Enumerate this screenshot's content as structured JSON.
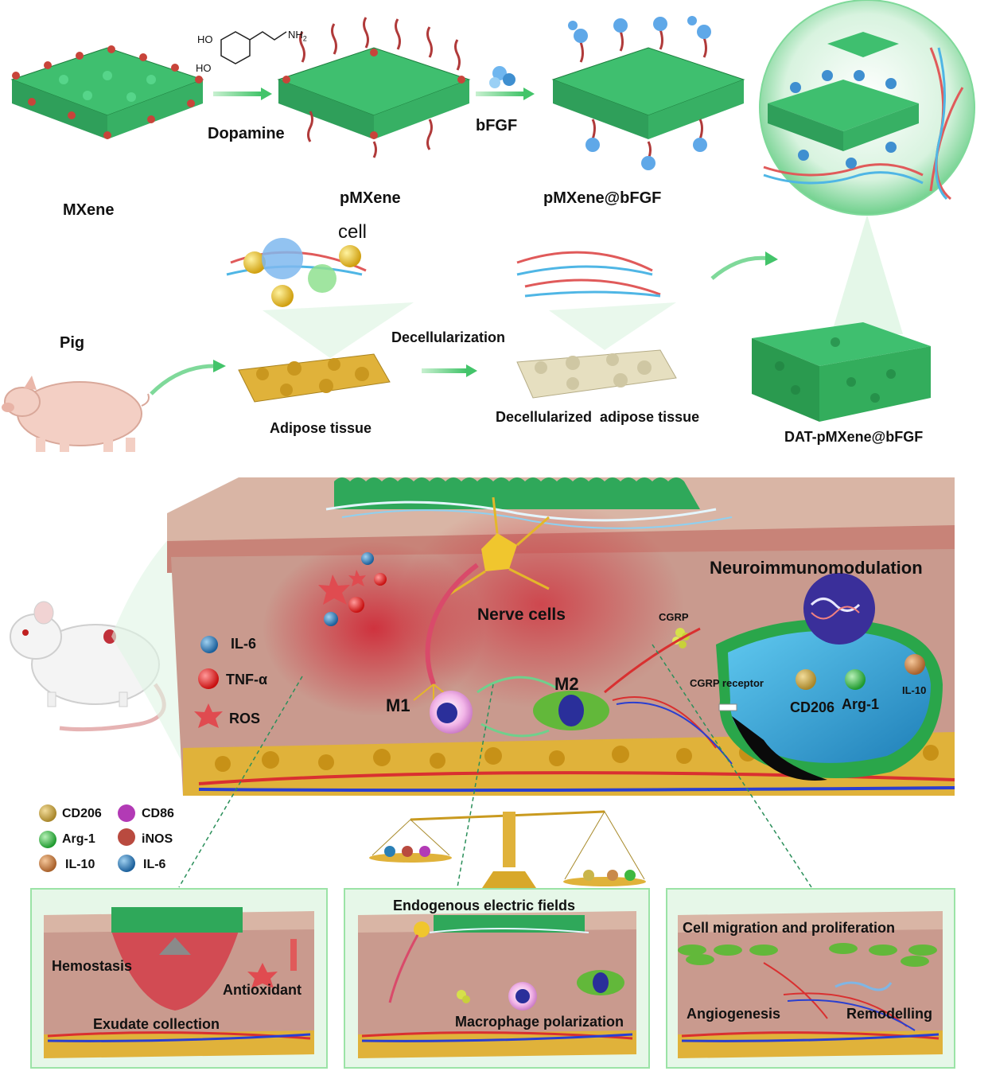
{
  "colors": {
    "mxene_green": "#3fbf6f",
    "mxene_red": "#c8443a",
    "skin": "#d9b5a5",
    "dermis": "#c99a8e",
    "fat": "#e0b23a",
    "artery": "#d93030",
    "vein": "#2a3fd0",
    "scaffold_green": "#2fa85a",
    "cell_blue": "#3fa8d8",
    "panel_border": "#9be3a6"
  },
  "synthesis": {
    "mxene_label": "MXene",
    "dopamine_label": "Dopamine",
    "dopamine_ho1": "HO",
    "dopamine_ho2": "HO",
    "dopamine_nh": "NH",
    "dopamine_sub": "2",
    "pmxene_label": "pMXene",
    "bfgf_label": "bFGF",
    "pmxene_bfgf_label": "pMXene@bFGF"
  },
  "tissue": {
    "pig_label": "Pig",
    "cell_label": "cell",
    "decell_label": "Decellularization",
    "adipose_label": "Adipose tissue",
    "decell_tissue_label": "Decellularized  adipose tissue",
    "product_label": "DAT-pMXene@bFGF"
  },
  "wound": {
    "neuro_title": "Neuroimmunomodulation",
    "nerve_label": "Nerve cells",
    "cgrp_label": "CGRP",
    "cgrp_receptor_label": "CGRP receptor",
    "m1_label": "M1",
    "m2_label": "M2",
    "il6_label": "IL-6",
    "tnf_label": "TNF-α",
    "ros_label": "ROS",
    "cd206_label": "CD206",
    "arg1_label": "Arg-1",
    "il10_label": "IL-10"
  },
  "legend": [
    {
      "label": "CD206",
      "color": "#c9b54a"
    },
    {
      "label": "CD86",
      "color": "#b23ab5"
    },
    {
      "label": "Arg-1",
      "color": "#3fb83f"
    },
    {
      "label": "iNOS",
      "color": "#b94a3f"
    },
    {
      "label": "IL-10",
      "color": "#c98a4a"
    },
    {
      "label": "IL-6",
      "color": "#2a7fb5"
    }
  ],
  "panels": {
    "p1_hemostasis": "Hemostasis",
    "p1_antioxidant": "Antioxidant",
    "p1_exudate": "Exudate collection",
    "p2_electric": "Endogenous electric fields",
    "p2_macrophage": "Macrophage polarization",
    "p3_migration": "Cell migration and proliferation",
    "p3_angio": "Angiogenesis",
    "p3_remodel": "Remodelling"
  }
}
